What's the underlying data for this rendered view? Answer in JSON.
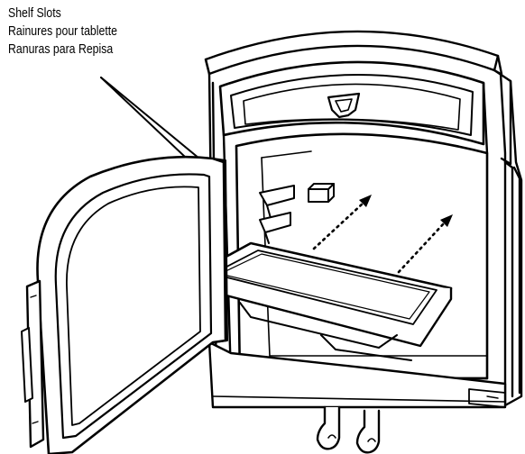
{
  "callout": {
    "lines": [
      "Shelf Slots",
      "Rainures pour tablette",
      "Ranuras para Repisa"
    ]
  }
}
